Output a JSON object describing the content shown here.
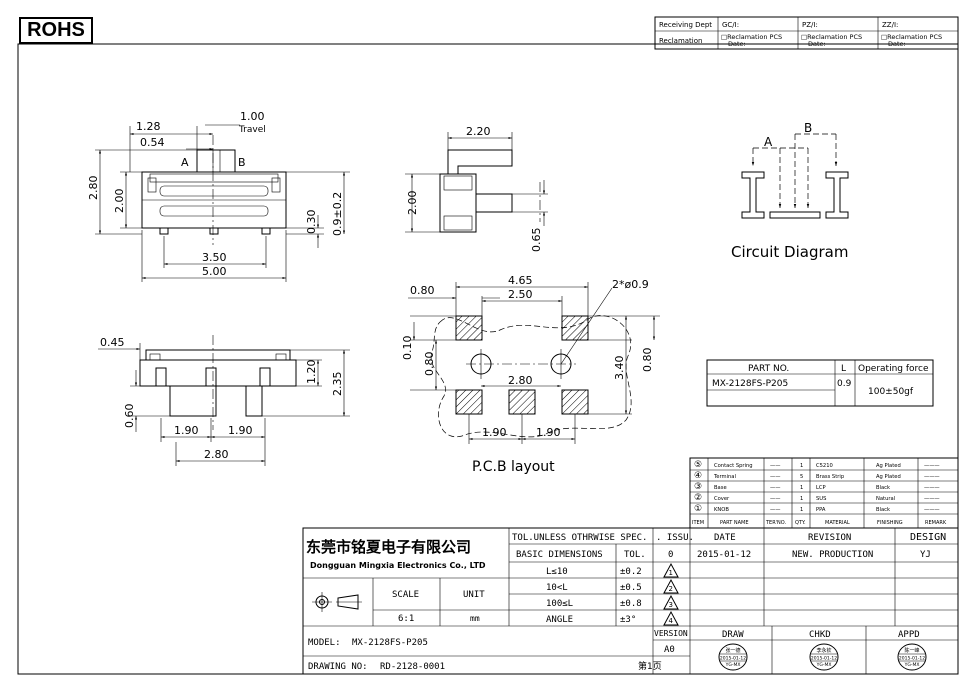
{
  "rohs": "ROHS",
  "receipt": {
    "receiving_dept": "Receiving Dept",
    "reclamation": "Reclamation",
    "cols": [
      "GC/I:",
      "PZ/I:",
      "ZZ/I:"
    ],
    "reclamation_pcs": "□Reclamation  PCS",
    "date": "Date:"
  },
  "front_view": {
    "dim_1_28": "1.28",
    "dim_0_54": "0.54",
    "dim_1_00": "1.00",
    "travel": "Travel",
    "label_a": "A",
    "label_b": "B",
    "dim_2_80": "2.80",
    "dim_2_00": "2.00",
    "dim_0_30": "0.30",
    "dim_0_9": "0.9±0.2",
    "dim_3_50": "3.50",
    "dim_5_00": "5.00"
  },
  "side_view": {
    "dim_2_20": "2.20",
    "dim_2_00": "2.00",
    "dim_0_65": "0.65"
  },
  "circuit": {
    "label_a": "A",
    "label_b": "B",
    "title": "Circuit Diagram"
  },
  "bottom_view": {
    "dim_0_45": "0.45",
    "dim_1_20": "1.20",
    "dim_2_35": "2.35",
    "dim_0_60": "0.60",
    "dim_1_90a": "1.90",
    "dim_1_90b": "1.90",
    "dim_2_80": "2.80"
  },
  "pcb": {
    "dim_0_80_top": "0.80",
    "dim_4_65": "4.65",
    "dim_2_50": "2.50",
    "hole": "2*ø0.9",
    "dim_0_10": "0.10",
    "dim_0_80_left": "0.80",
    "dim_2_80": "2.80",
    "dim_3_40": "3.40",
    "dim_0_80_right": "0.80",
    "dim_1_90a": "1.90",
    "dim_1_90b": "1.90",
    "title": "P.C.B layout"
  },
  "part_table": {
    "h_part": "PART NO.",
    "h_l": "L",
    "h_force": "Operating force",
    "part": "MX-2128FS-P205",
    "l": "0.9",
    "force": "100±50gf"
  },
  "bom": {
    "rows": [
      {
        "item": "⑤",
        "name": "Contact Spring",
        "ter": "——",
        "qty": "1",
        "mat": "C5210",
        "fin": "Ag Plated",
        "rem": "———"
      },
      {
        "item": "④",
        "name": "Terminal",
        "ter": "——",
        "qty": "5",
        "mat": "Brass Strip",
        "fin": "Ag Plated",
        "rem": "———"
      },
      {
        "item": "③",
        "name": "Base",
        "ter": "——",
        "qty": "1",
        "mat": "LCP",
        "fin": "Black",
        "rem": "———"
      },
      {
        "item": "②",
        "name": "Cover",
        "ter": "——",
        "qty": "1",
        "mat": "SUS",
        "fin": "Natural",
        "rem": "———"
      },
      {
        "item": "①",
        "name": "KNOB",
        "ter": "——",
        "qty": "1",
        "mat": "PPA",
        "fin": "Black",
        "rem": "———"
      }
    ],
    "headers": [
      "ITEM",
      "PART NAME",
      "TER'NO.",
      "QTY.",
      "MATERIAL",
      "FINISHING",
      "REMARK"
    ]
  },
  "title_block": {
    "company_cn": "东莞市铭夏电子有限公司",
    "company_en": "Dongguan Mingxia Electronics Co., LTD",
    "tol_header": "TOL.UNLESS OTHRWISE SPEC.",
    "issu": ". ISSU.",
    "basic_dim": "BASIC DIMENSIONS",
    "tol": "TOL.",
    "issu_val": "0",
    "tol_rows": [
      {
        "range": "L≤10",
        "tol": "±0.2",
        "rev": "1"
      },
      {
        "range": "10<L",
        "tol": "±0.5",
        "rev": "2"
      },
      {
        "range": "100≤L",
        "tol": "±0.8",
        "rev": "3"
      },
      {
        "range": "ANGLE",
        "tol": "±3°",
        "rev": "4"
      }
    ],
    "scale_label": "SCALE",
    "unit_label": "UNIT",
    "scale": "6:1",
    "unit": "mm",
    "h_date": "DATE",
    "h_revision": "REVISION",
    "h_design": "DESIGN",
    "date": "2015-01-12",
    "revision": "NEW. PRODUCTION",
    "design": "YJ",
    "version_label": "VERSION",
    "version": "A0",
    "model_label": "MODEL:",
    "model": "MX-2128FS-P205",
    "drawing_label": "DRAWING NO:",
    "drawing_no": "RD-2128-0001",
    "page": "第1页",
    "draw": "DRAW",
    "chkd": "CHKD",
    "appd": "APPD",
    "stamps": [
      {
        "name": "张一德",
        "date": "2015-01-12",
        "tag": "YG-MX"
      },
      {
        "name": "李永钦",
        "date": "2015-01-12",
        "tag": "YG-MX"
      },
      {
        "name": "陈一峰",
        "date": "2015-01-12",
        "tag": "YG-MX"
      }
    ]
  }
}
